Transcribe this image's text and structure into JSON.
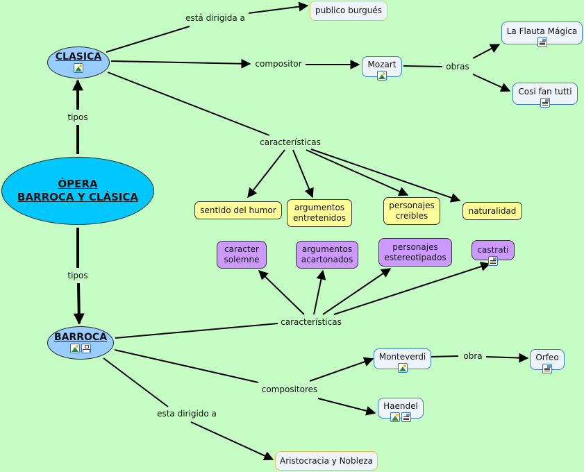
{
  "map": {
    "title": "ÓPERA BARROCA Y CLÁSICA",
    "colors": {
      "background": "#c5fdc5",
      "main_concept": "#00c8ff",
      "type_concept": "#99ccff",
      "clasica_features": "#ffff99",
      "barroca_features": "#cc99ff",
      "resource_box": "#eef5fa"
    }
  },
  "nodes": {
    "main": {
      "line1": "ÓPERA",
      "line2": "BARROCA Y CLÁSICA"
    },
    "clasica": {
      "label": "CLASICA",
      "icons": [
        "image-icon"
      ]
    },
    "barroca": {
      "label": "BARROCA",
      "icons": [
        "image-icon",
        "concept-map-icon"
      ]
    },
    "publico_burgues": {
      "label": "publico burgués"
    },
    "mozart": {
      "label": "Mozart",
      "icons": [
        "image-icon"
      ]
    },
    "flauta_magica": {
      "label": "La Flauta Mágica",
      "icons": [
        "document-icon"
      ]
    },
    "cosi_fan_tutti": {
      "label": "Cosi fan tutti",
      "icons": [
        "document-icon"
      ]
    },
    "sentido_humor": {
      "label": "sentido del humor"
    },
    "argumentos_entretenidos": {
      "line1": "argumentos",
      "line2": "entretenidos"
    },
    "personajes_creibles": {
      "line1": "personajes",
      "line2": "creibles"
    },
    "naturalidad": {
      "label": "naturalidad"
    },
    "caracter_solemne": {
      "line1": "caracter",
      "line2": "solemne"
    },
    "argumentos_acartonados": {
      "line1": "argumentos",
      "line2": "acartonados"
    },
    "personajes_estereotipados": {
      "line1": "personajes",
      "line2": "estereotipados"
    },
    "castrati": {
      "label": "castrati",
      "icons": [
        "document-icon"
      ]
    },
    "monteverdi": {
      "label": "Monteverdi",
      "icons": [
        "image-icon"
      ]
    },
    "orfeo": {
      "label": "Orfeo",
      "icons": [
        "document-icon"
      ]
    },
    "haendel": {
      "label": "Haendel",
      "icons": [
        "image-icon",
        "document-icon"
      ]
    },
    "aristocracia": {
      "label": "Aristocracia y Nobleza"
    }
  },
  "link_labels": {
    "tipos_top": "tipos",
    "tipos_bottom": "tipos",
    "esta_dirigida_a": "está dirigida a",
    "compositor": "compositor",
    "obras": "obras",
    "caracteristicas_clasica": "características",
    "caracteristicas_barroca": "características",
    "compositores": "compositores",
    "obra": "obra",
    "esta_dirigido_a": "esta dirigido a"
  }
}
